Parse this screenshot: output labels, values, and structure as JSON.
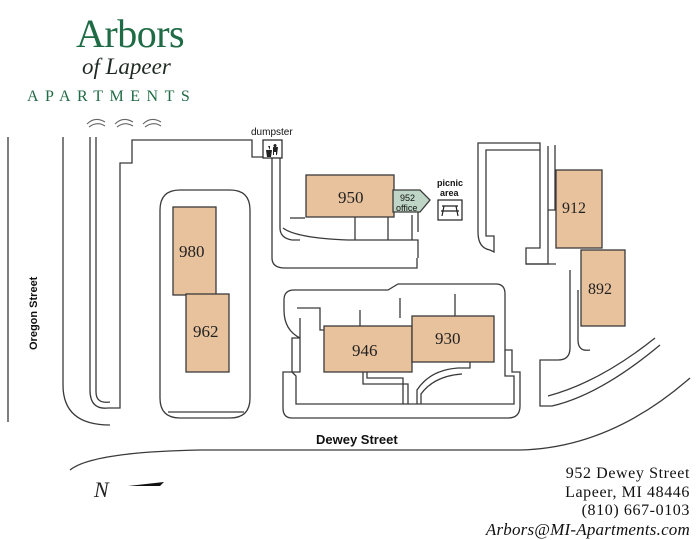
{
  "brand": {
    "title": "Arbors",
    "subtitle": "of Lapeer",
    "tagline": "APARTMENTS"
  },
  "buildings": [
    {
      "label": "950",
      "name": "building-950"
    },
    {
      "label": "952 office",
      "line1": "952",
      "line2": "office",
      "name": "building-952-office"
    },
    {
      "label": "980",
      "name": "building-980"
    },
    {
      "label": "962",
      "name": "building-962"
    },
    {
      "label": "946",
      "name": "building-946"
    },
    {
      "label": "930",
      "name": "building-930"
    },
    {
      "label": "912",
      "name": "building-912"
    },
    {
      "label": "892",
      "name": "building-892"
    }
  ],
  "amenities": {
    "dumpster": "dumpster",
    "picnic_line1": "picnic",
    "picnic_line2": "area"
  },
  "streets": {
    "oregon": "Oregon Street",
    "dewey": "Dewey Street"
  },
  "compass": {
    "label": "N"
  },
  "contact": {
    "street": "952 Dewey Street",
    "city": "Lapeer, MI 48446",
    "phone": "(810) 667-0103",
    "email": "Arbors@MI-Apartments.com"
  },
  "colors": {
    "building_fill": "#e8c29c",
    "office_fill": "#bfd6c6",
    "outline": "#3a3a3a",
    "brand_green": "#1f6b45"
  }
}
